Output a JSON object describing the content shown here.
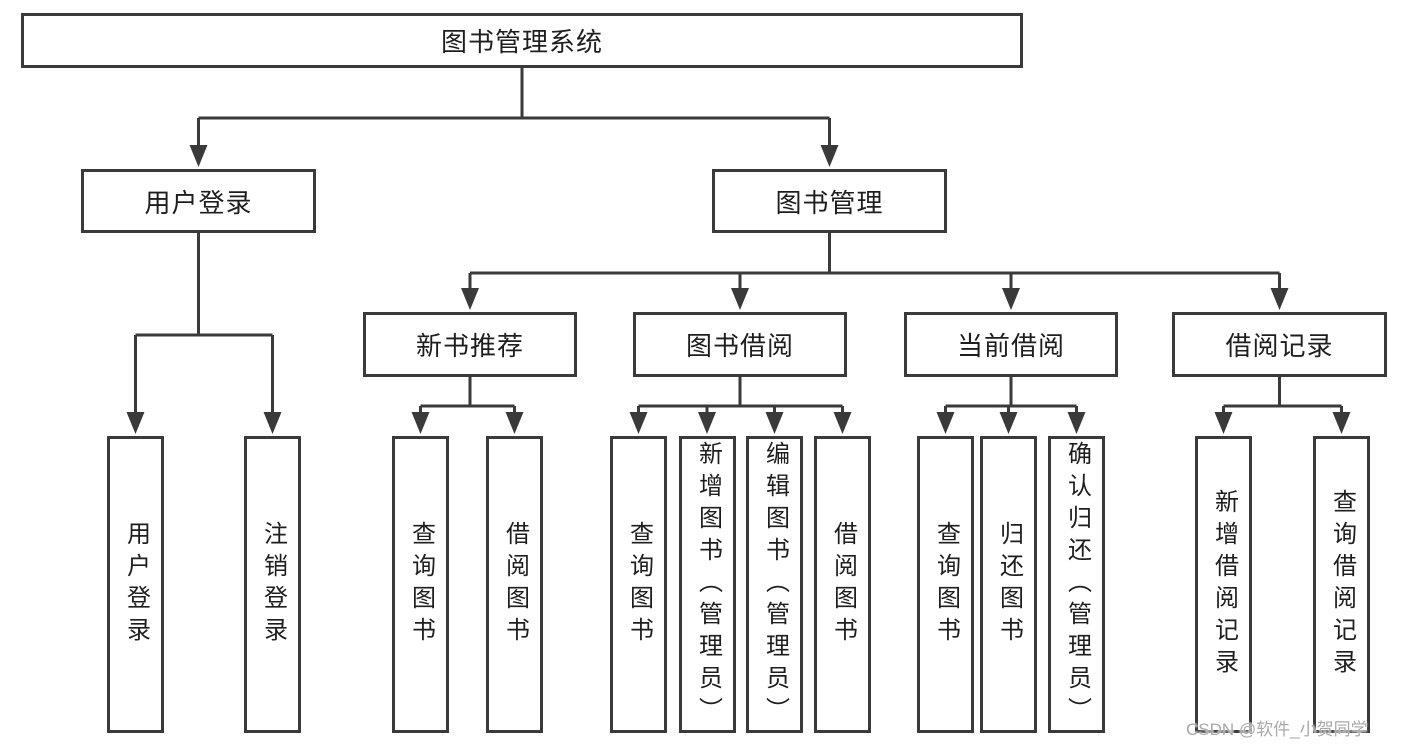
{
  "diagram": {
    "title": "图书管理系统",
    "nodes": {
      "root": "图书管理系统",
      "level2": [
        "用户登录",
        "图书管理"
      ],
      "level3": [
        "新书推荐",
        "图书借阅",
        "当前借阅",
        "借阅记录"
      ],
      "leaves_user": [
        "用户登录",
        "注销登录"
      ],
      "leaves_newbook": [
        "查询图书",
        "借阅图书"
      ],
      "leaves_borrow": [
        "查询图书",
        "新增图书（管理员）",
        "编辑图书（管理员）",
        "借阅图书"
      ],
      "leaves_current": [
        "查询图书",
        "归还图书",
        "确认归还（管理员）"
      ],
      "leaves_record": [
        "新增借阅记录",
        "查询借阅记录"
      ]
    },
    "watermark": "CSDN @软件_小贺同学",
    "colors": {
      "line": "#3a3a3a",
      "text": "#1e1e1e",
      "watermark": "#a9a9a9",
      "background": "#ffffff"
    }
  }
}
